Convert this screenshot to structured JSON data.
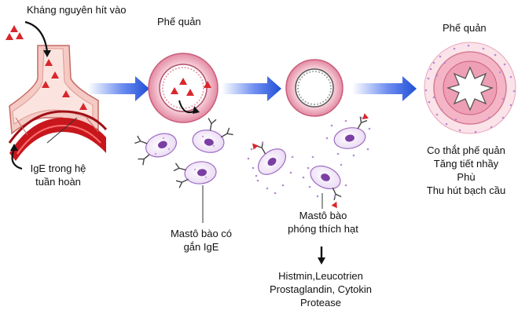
{
  "labels": {
    "antigen": "Kháng nguyên hít vào",
    "bronchus_1": "Phế quản",
    "bronchus_2": "Phế quản",
    "ige_line1": "IgE trong hệ",
    "ige_line2": "tuần hoàn",
    "mast_bound_line1": "Mastô bào có",
    "mast_bound_line2": "gắn IgE",
    "mast_release_line1": "Mastô bào",
    "mast_release_line2": "phóng thích hạt",
    "mediators_line1": "Histmin,Leucotrien",
    "mediators_line2": "Prostaglandin, Cytokin",
    "mediators_line3": "Protease",
    "effect_1": "Co thắt phế quản",
    "effect_2": "Tăng tiết nhầy",
    "effect_3": "Phù",
    "effect_4": "Thu hút bạch cầu"
  },
  "colors": {
    "arrow_blue": "#1f4fd6",
    "tissue_pink": "#f2b7c6",
    "tissue_dark": "#d67b93",
    "antigen_red": "#d9262b",
    "cell_purple": "#b58bd1",
    "nucleus": "#7b3fa3"
  }
}
